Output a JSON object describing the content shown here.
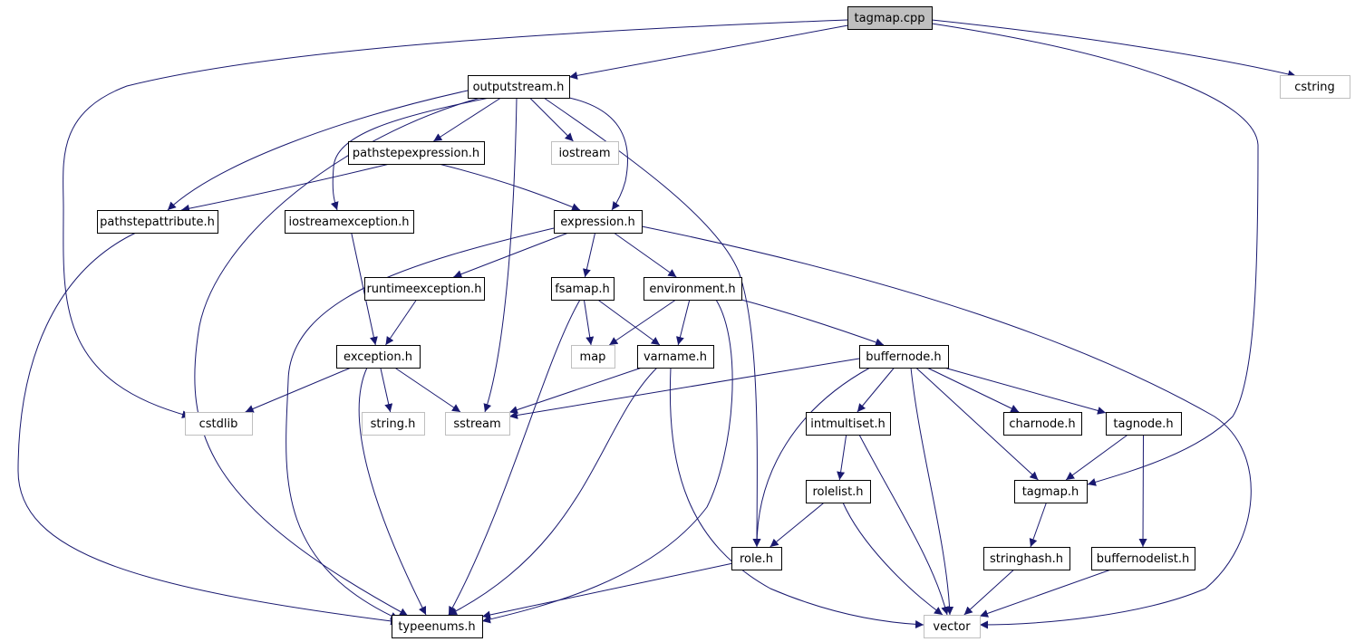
{
  "diagram": {
    "colors": {
      "edge": "#191970",
      "root_fill": "#bfbfbf",
      "node_border": "#000000",
      "system_border": "#bfbfbf",
      "text": "#000000"
    },
    "nodes": [
      {
        "id": "tagmap_cpp",
        "label": "tagmap.cpp",
        "style": "root"
      },
      {
        "id": "outputstream_h",
        "label": "outputstream.h",
        "style": "normal"
      },
      {
        "id": "cstring",
        "label": "cstring",
        "style": "system"
      },
      {
        "id": "pathstepexpression_h",
        "label": "pathstepexpression.h",
        "style": "normal"
      },
      {
        "id": "iostream",
        "label": "iostream",
        "style": "system"
      },
      {
        "id": "pathstepattribute_h",
        "label": "pathstepattribute.h",
        "style": "normal"
      },
      {
        "id": "iostreamexception_h",
        "label": "iostreamexception.h",
        "style": "normal"
      },
      {
        "id": "expression_h",
        "label": "expression.h",
        "style": "normal"
      },
      {
        "id": "runtimeexception_h",
        "label": "runtimeexception.h",
        "style": "normal"
      },
      {
        "id": "fsamap_h",
        "label": "fsamap.h",
        "style": "normal"
      },
      {
        "id": "environment_h",
        "label": "environment.h",
        "style": "normal"
      },
      {
        "id": "exception_h",
        "label": "exception.h",
        "style": "normal"
      },
      {
        "id": "map",
        "label": "map",
        "style": "system"
      },
      {
        "id": "varname_h",
        "label": "varname.h",
        "style": "normal"
      },
      {
        "id": "buffernode_h",
        "label": "buffernode.h",
        "style": "normal"
      },
      {
        "id": "cstdlib",
        "label": "cstdlib",
        "style": "system"
      },
      {
        "id": "string_h",
        "label": "string.h",
        "style": "system"
      },
      {
        "id": "sstream",
        "label": "sstream",
        "style": "system"
      },
      {
        "id": "intmultiset_h",
        "label": "intmultiset.h",
        "style": "normal"
      },
      {
        "id": "charnode_h",
        "label": "charnode.h",
        "style": "normal"
      },
      {
        "id": "tagnode_h",
        "label": "tagnode.h",
        "style": "normal"
      },
      {
        "id": "rolelist_h",
        "label": "rolelist.h",
        "style": "normal"
      },
      {
        "id": "tagmap_h",
        "label": "tagmap.h",
        "style": "normal"
      },
      {
        "id": "role_h",
        "label": "role.h",
        "style": "normal"
      },
      {
        "id": "stringhash_h",
        "label": "stringhash.h",
        "style": "normal"
      },
      {
        "id": "buffernodelist_h",
        "label": "buffernodelist.h",
        "style": "normal"
      },
      {
        "id": "typeenums_h",
        "label": "typeenums.h",
        "style": "normal"
      },
      {
        "id": "vector",
        "label": "vector",
        "style": "system"
      }
    ],
    "edges": [
      {
        "from": "tagmap_cpp",
        "to": "outputstream_h"
      },
      {
        "from": "tagmap_cpp",
        "to": "cstring"
      },
      {
        "from": "tagmap_cpp",
        "to": "cstdlib"
      },
      {
        "from": "tagmap_cpp",
        "to": "tagmap_h"
      },
      {
        "from": "outputstream_h",
        "to": "pathstepexpression_h"
      },
      {
        "from": "outputstream_h",
        "to": "iostream"
      },
      {
        "from": "outputstream_h",
        "to": "pathstepattribute_h"
      },
      {
        "from": "outputstream_h",
        "to": "iostreamexception_h"
      },
      {
        "from": "outputstream_h",
        "to": "expression_h"
      },
      {
        "from": "outputstream_h",
        "to": "sstream"
      },
      {
        "from": "outputstream_h",
        "to": "typeenums_h"
      },
      {
        "from": "outputstream_h",
        "to": "role_h"
      },
      {
        "from": "pathstepexpression_h",
        "to": "pathstepattribute_h"
      },
      {
        "from": "pathstepexpression_h",
        "to": "expression_h"
      },
      {
        "from": "pathstepattribute_h",
        "to": "typeenums_h"
      },
      {
        "from": "iostreamexception_h",
        "to": "exception_h"
      },
      {
        "from": "expression_h",
        "to": "runtimeexception_h"
      },
      {
        "from": "expression_h",
        "to": "fsamap_h"
      },
      {
        "from": "expression_h",
        "to": "environment_h"
      },
      {
        "from": "expression_h",
        "to": "typeenums_h"
      },
      {
        "from": "expression_h",
        "to": "vector"
      },
      {
        "from": "runtimeexception_h",
        "to": "exception_h"
      },
      {
        "from": "fsamap_h",
        "to": "map"
      },
      {
        "from": "fsamap_h",
        "to": "varname_h"
      },
      {
        "from": "fsamap_h",
        "to": "typeenums_h"
      },
      {
        "from": "environment_h",
        "to": "map"
      },
      {
        "from": "environment_h",
        "to": "varname_h"
      },
      {
        "from": "environment_h",
        "to": "buffernode_h"
      },
      {
        "from": "environment_h",
        "to": "typeenums_h"
      },
      {
        "from": "exception_h",
        "to": "cstdlib"
      },
      {
        "from": "exception_h",
        "to": "string_h"
      },
      {
        "from": "exception_h",
        "to": "sstream"
      },
      {
        "from": "exception_h",
        "to": "typeenums_h"
      },
      {
        "from": "varname_h",
        "to": "sstream"
      },
      {
        "from": "varname_h",
        "to": "typeenums_h"
      },
      {
        "from": "varname_h",
        "to": "vector"
      },
      {
        "from": "buffernode_h",
        "to": "sstream"
      },
      {
        "from": "buffernode_h",
        "to": "intmultiset_h"
      },
      {
        "from": "buffernode_h",
        "to": "charnode_h"
      },
      {
        "from": "buffernode_h",
        "to": "tagnode_h"
      },
      {
        "from": "buffernode_h",
        "to": "tagmap_h"
      },
      {
        "from": "buffernode_h",
        "to": "role_h"
      },
      {
        "from": "buffernode_h",
        "to": "vector"
      },
      {
        "from": "intmultiset_h",
        "to": "rolelist_h"
      },
      {
        "from": "intmultiset_h",
        "to": "vector"
      },
      {
        "from": "tagnode_h",
        "to": "tagmap_h"
      },
      {
        "from": "tagnode_h",
        "to": "buffernodelist_h"
      },
      {
        "from": "rolelist_h",
        "to": "role_h"
      },
      {
        "from": "rolelist_h",
        "to": "vector"
      },
      {
        "from": "tagmap_h",
        "to": "stringhash_h"
      },
      {
        "from": "role_h",
        "to": "typeenums_h"
      },
      {
        "from": "stringhash_h",
        "to": "vector"
      },
      {
        "from": "buffernodelist_h",
        "to": "vector"
      }
    ]
  }
}
